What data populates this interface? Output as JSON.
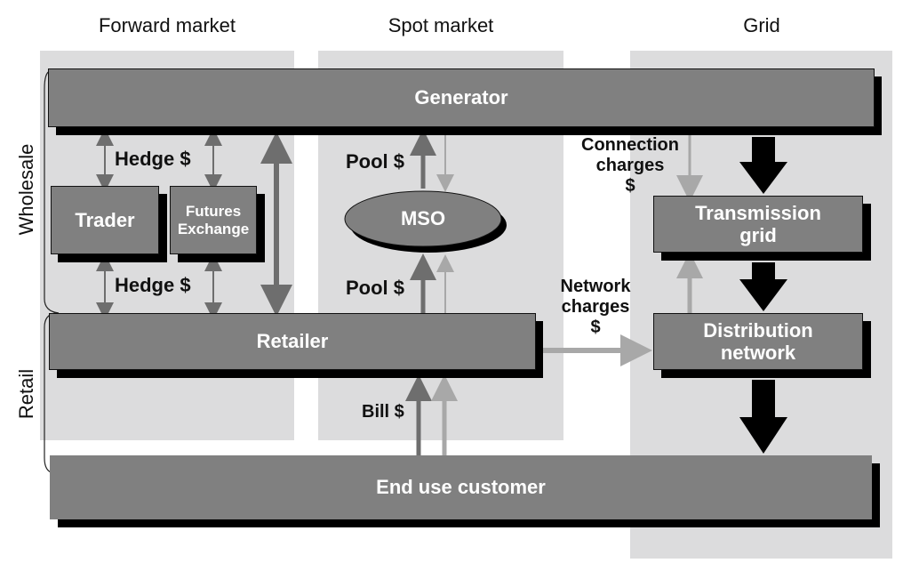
{
  "columns": {
    "forward_market": "Forward market",
    "spot_market": "Spot market",
    "grid": "Grid"
  },
  "segments": {
    "wholesale": "Wholesale",
    "retail": "Retail"
  },
  "nodes": {
    "generator": "Generator",
    "trader": "Trader",
    "futures_exchange_line1": "Futures",
    "futures_exchange_line2": "Exchange",
    "mso": "MSO",
    "retailer": "Retailer",
    "transmission_line1": "Transmission",
    "transmission_line2": "grid",
    "distribution_line1": "Distribution",
    "distribution_line2": "network",
    "end_use_customer": "End use customer"
  },
  "flows": {
    "hedge_upper": "Hedge $",
    "hedge_lower": "Hedge $",
    "pool_upper": "Pool $",
    "pool_lower": "Pool $",
    "bill": "Bill $",
    "connection_line1": "Connection",
    "connection_line2": "charges",
    "connection_line3": "$",
    "network_line1": "Network",
    "network_line2": "charges",
    "network_line3": "$"
  },
  "colors": {
    "panel_bg": "#dcdcdd",
    "box_fill": "#808080",
    "shadow": "#000000",
    "money_arrow_dark": "#6e6e6e",
    "money_arrow_light": "#a8a8a8",
    "power_arrow": "#000000"
  }
}
